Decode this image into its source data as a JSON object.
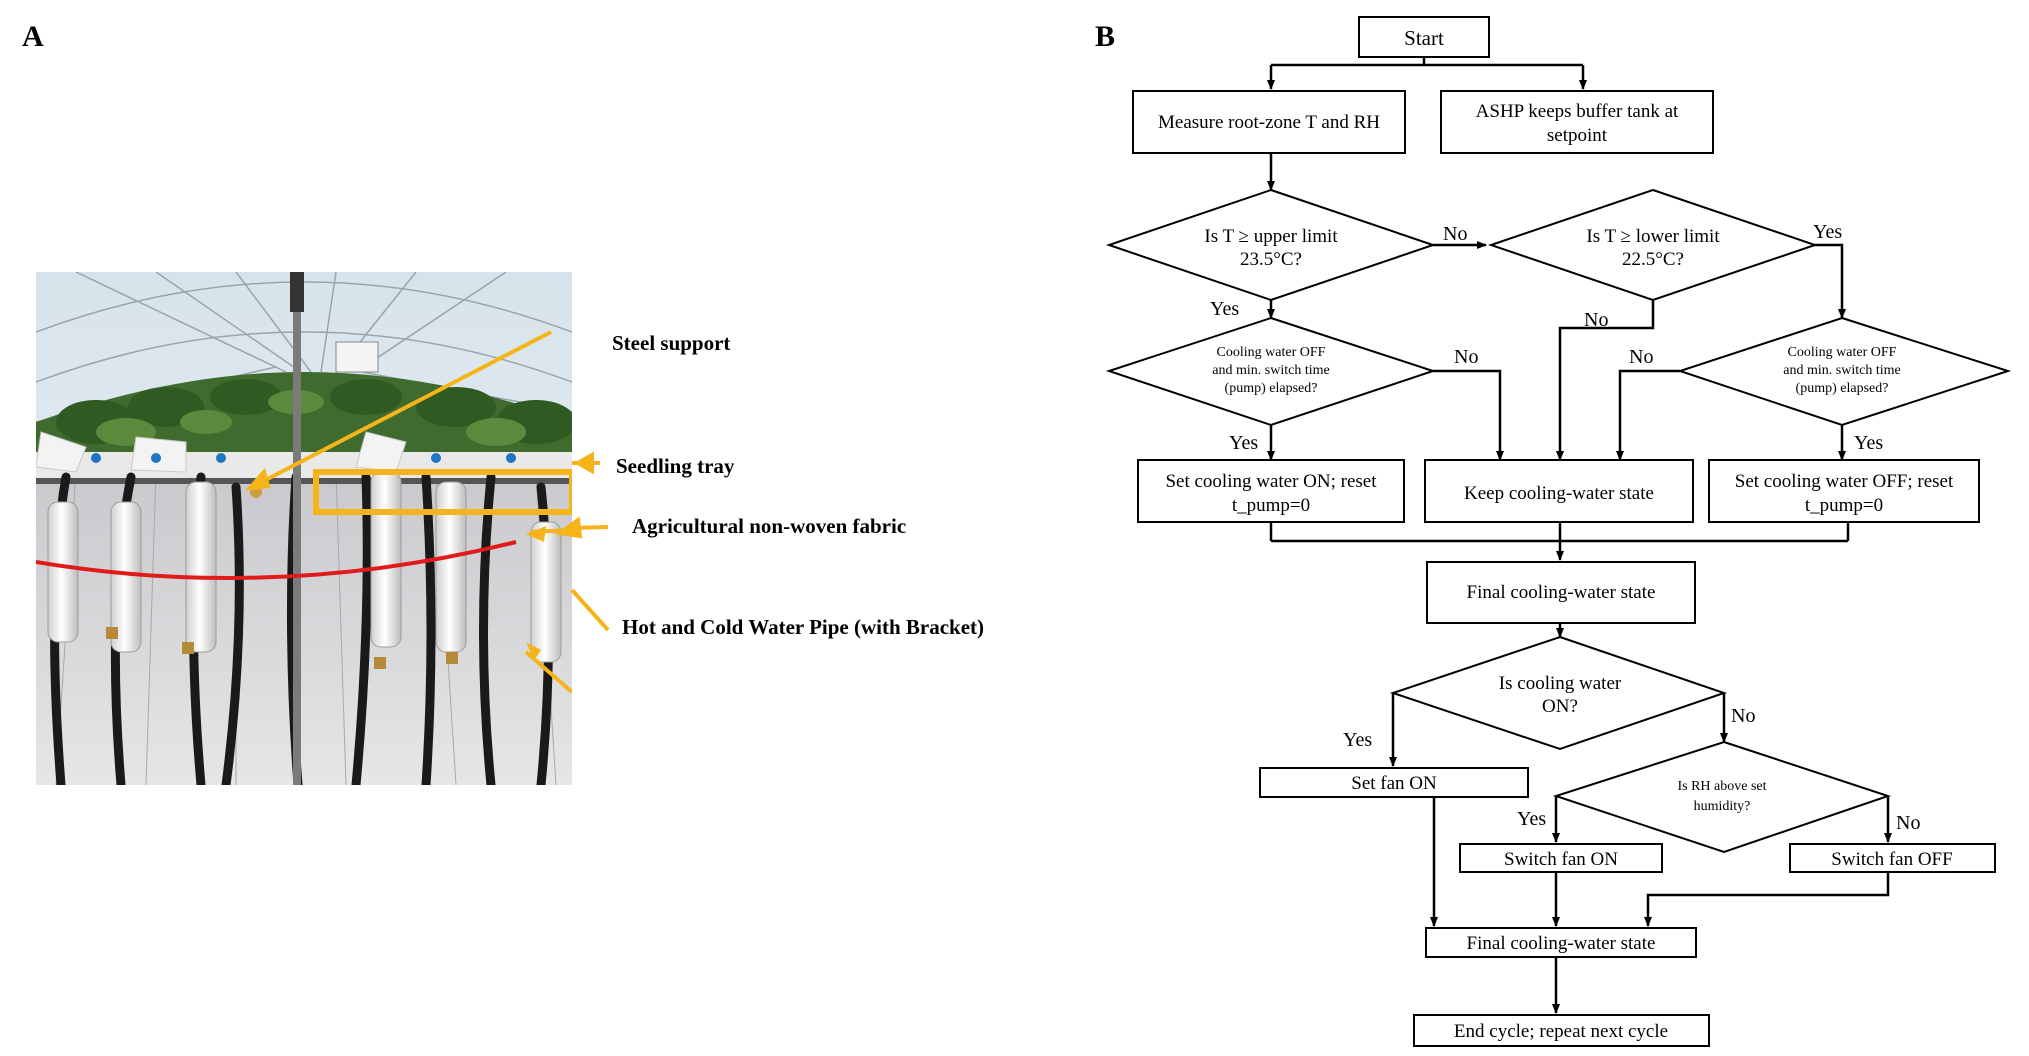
{
  "panels": {
    "a_letter": "A",
    "b_letter": "B"
  },
  "photo_callouts": {
    "steel_support": "Steel support",
    "seedling_tray": "Seedling tray",
    "fabric": "Agricultural non-woven fabric",
    "pipe": "Hot and Cold Water Pipe (with Bracket)"
  },
  "colors": {
    "callout_arrow": "#f5b418",
    "fabric_line": "#e01b1b",
    "frame": "#000000"
  },
  "flowchart": {
    "start": "Start",
    "measure": "Measure root-zone T and RH",
    "ashp": [
      "ASHP keeps buffer tank at",
      "setpoint"
    ],
    "upper_q": [
      "Is T ≥ upper limit",
      "23.5°C?"
    ],
    "lower_q": [
      "Is T ≥ lower limit",
      "22.5°C?"
    ],
    "cond_left": [
      "Cooling water OFF",
      "and min. switch time",
      "(pump) elapsed?"
    ],
    "cond_right": [
      "Cooling water OFF",
      "and min. switch time",
      "(pump) elapsed?"
    ],
    "set_on": [
      "Set cooling water ON; reset",
      "t_pump=0"
    ],
    "keep": "Keep cooling-water state",
    "set_off": [
      "Set cooling water OFF; reset",
      "t_pump=0"
    ],
    "final1": "Final cooling-water state",
    "cooling_q": [
      "Is cooling water",
      "ON?"
    ],
    "set_fan_on": "Set fan ON",
    "rh_q": [
      "Is RH above set",
      "humidity?"
    ],
    "switch_fan_on": "Switch fan ON",
    "switch_fan_off": "Switch fan OFF",
    "final2": "Final cooling-water state",
    "end": "End cycle; repeat next cycle",
    "yes": "Yes",
    "no": "No"
  }
}
